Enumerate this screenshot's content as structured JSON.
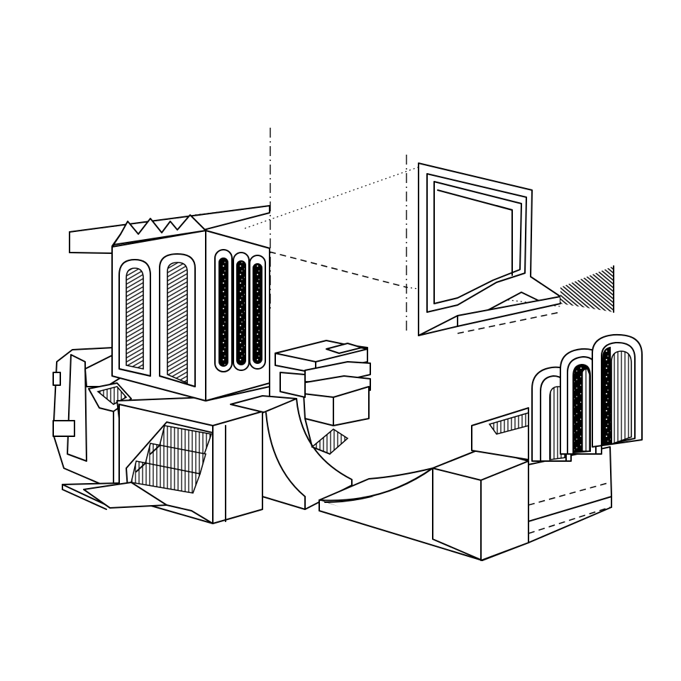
{
  "illustration": {
    "style": "black-line-isometric",
    "colors": {
      "ink": "#000000",
      "paper": "#ffffff"
    },
    "elements": [
      "tower-block",
      "arched-window-panels",
      "slot-windows",
      "zigzag-crown",
      "staircase",
      "quarter-pipe-ramp",
      "wall-frame-panel",
      "triple-arch-block",
      "box-block",
      "projection-lines"
    ]
  }
}
